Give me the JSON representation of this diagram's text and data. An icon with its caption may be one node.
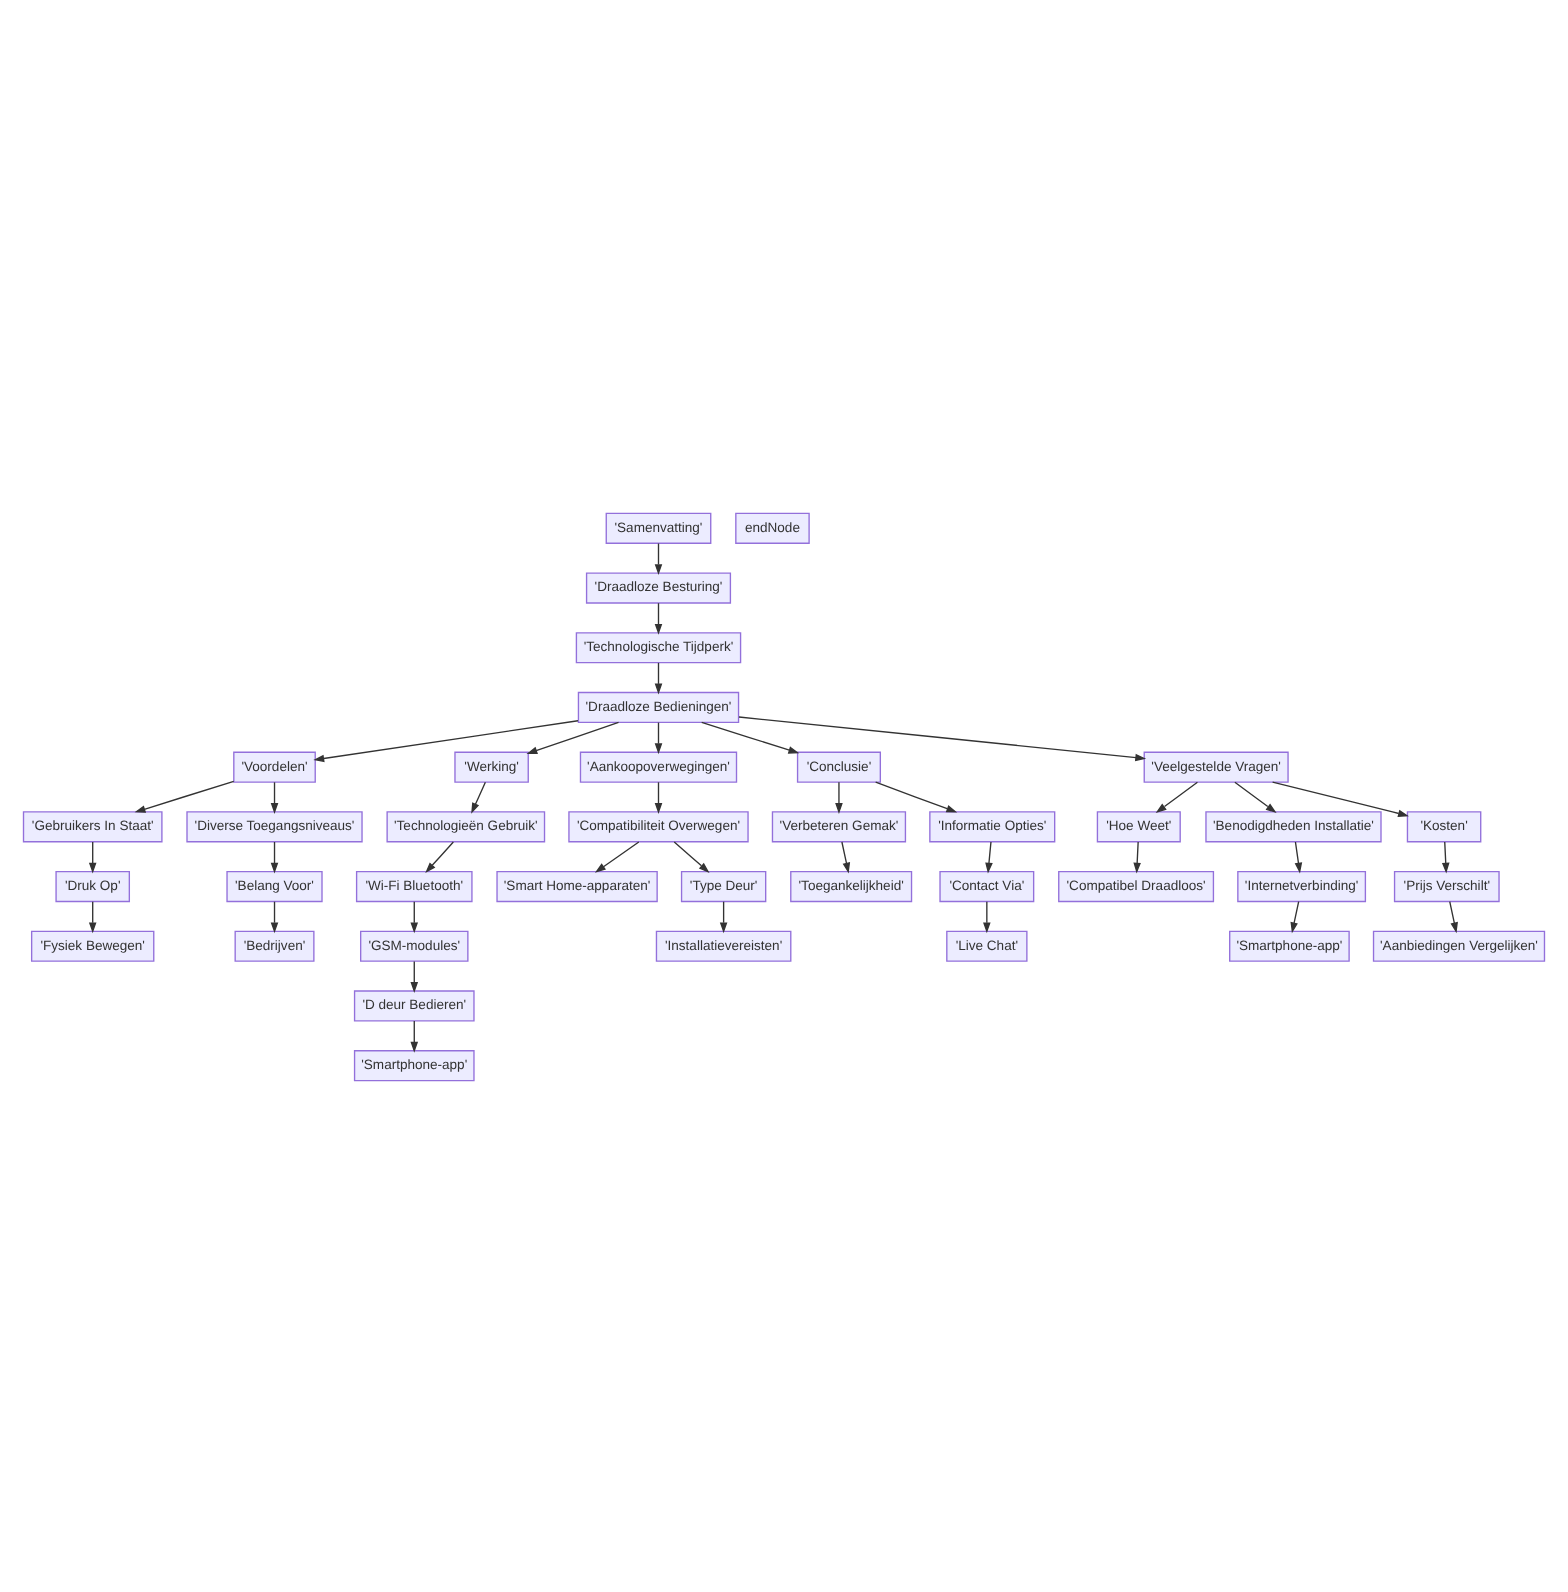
{
  "diagram": {
    "nodes": [
      {
        "text": [
          "'Samenvatting'"
        ]
      },
      {
        "text": [
          "endNode"
        ]
      },
      {
        "text": [
          "'Draadloze Besturing'"
        ]
      },
      {
        "text": [
          "'Technologische Tijdperk'"
        ]
      },
      {
        "text": [
          "'Draadloze Bedieningen'"
        ]
      },
      {
        "text": [
          "'Voordelen'"
        ]
      },
      {
        "text": [
          "'Werking'"
        ]
      },
      {
        "text": [
          "'Aankoopoverwegingen'"
        ]
      },
      {
        "text": [
          "'Conclusie'"
        ]
      },
      {
        "text": [
          "'Veelgestelde Vragen'"
        ]
      },
      {
        "text": [
          "'Gebruikers In Staat'"
        ]
      },
      {
        "text": [
          "'Diverse Toegangsniveaus'"
        ]
      },
      {
        "text": [
          "'Druk Op'"
        ]
      },
      {
        "text": [
          "'Belang Voor'"
        ]
      },
      {
        "text": [
          "'Fysiek Bewegen'"
        ]
      },
      {
        "text": [
          "'Bedrijven'"
        ]
      },
      {
        "text": [
          "'Technologieën Gebruik'"
        ]
      },
      {
        "text": [
          "'Wi-Fi Bluetooth'"
        ]
      },
      {
        "text": [
          "'GSM-modules'"
        ]
      },
      {
        "text": [
          "'D deur Bedieren'"
        ]
      },
      {
        "text": [
          "'Smartphone-app'"
        ]
      },
      {
        "text": [
          "'Compatibiliteit Overwegen'"
        ]
      },
      {
        "text": [
          "'Smart Home-apparaten'"
        ]
      },
      {
        "text": [
          "'Type Deur'"
        ]
      },
      {
        "text": [
          "'Installatievereisten'"
        ]
      },
      {
        "text": [
          "'Verbeteren Gemak'"
        ]
      },
      {
        "text": [
          "'Informatie Opties'"
        ]
      },
      {
        "text": [
          "'Toegankelijkheid'"
        ]
      },
      {
        "text": [
          "'Contact Via'"
        ]
      },
      {
        "text": [
          "'Live Chat'"
        ]
      },
      {
        "text": [
          "'Hoe Weet'"
        ]
      },
      {
        "text": [
          "'Benodigdheden Installatie'"
        ]
      },
      {
        "text": [
          "'Kosten'"
        ]
      },
      {
        "text": [
          "'Compatibel Draadloos'"
        ]
      },
      {
        "text": [
          "'Internetverbinding'"
        ]
      },
      {
        "text": [
          "'Smartphone-app'"
        ]
      },
      {
        "text": [
          "'Prijs Verschilt'"
        ]
      },
      {
        "text": [
          "'Aanbiedingen Vergelijken'"
        ]
      }
    ],
    "edges": [
      {
        "from": 0,
        "to": 2,
        "arrow": "to"
      },
      {
        "from": 2,
        "to": 3,
        "arrow": "to"
      },
      {
        "from": 3,
        "to": 4,
        "arrow": "to"
      },
      {
        "from": 4,
        "to": 5,
        "arrow": "to"
      },
      {
        "from": 4,
        "to": 6,
        "arrow": "to"
      },
      {
        "from": 4,
        "to": 7,
        "arrow": "to"
      },
      {
        "from": 4,
        "to": 8,
        "arrow": "to"
      },
      {
        "from": 4,
        "to": 9,
        "arrow": "to"
      },
      {
        "from": 5,
        "to": 10,
        "arrow": "to"
      },
      {
        "from": 5,
        "to": 11,
        "arrow": "to"
      },
      {
        "from": 10,
        "to": 12,
        "arrow": "to"
      },
      {
        "from": 12,
        "to": 14,
        "arrow": "to"
      },
      {
        "from": 11,
        "to": 13,
        "arrow": "to"
      },
      {
        "from": 13,
        "to": 15,
        "arrow": "to"
      },
      {
        "from": 6,
        "to": 16,
        "arrow": "to"
      },
      {
        "from": 16,
        "to": 17,
        "arrow": "to"
      },
      {
        "from": 17,
        "to": 18,
        "arrow": "to"
      },
      {
        "from": 18,
        "to": 19,
        "arrow": "to"
      },
      {
        "from": 19,
        "to": 20,
        "arrow": "to"
      },
      {
        "from": 7,
        "to": 21,
        "arrow": "to"
      },
      {
        "from": 21,
        "to": 22,
        "arrow": "to"
      },
      {
        "from": 21,
        "to": 23,
        "arrow": "to"
      },
      {
        "from": 23,
        "to": 24,
        "arrow": "to"
      },
      {
        "from": 8,
        "to": 25,
        "arrow": "to"
      },
      {
        "from": 8,
        "to": 26,
        "arrow": "to"
      },
      {
        "from": 25,
        "to": 27,
        "arrow": "to"
      },
      {
        "from": 26,
        "to": 28,
        "arrow": "to"
      },
      {
        "from": 28,
        "to": 29,
        "arrow": "to"
      },
      {
        "from": 9,
        "to": 30,
        "arrow": "to"
      },
      {
        "from": 9,
        "to": 31,
        "arrow": "to"
      },
      {
        "from": 9,
        "to": 32,
        "arrow": "to"
      },
      {
        "from": 30,
        "to": 33,
        "arrow": "to"
      },
      {
        "from": 31,
        "to": 34,
        "arrow": "to"
      },
      {
        "from": 34,
        "to": 35,
        "arrow": "to"
      },
      {
        "from": 32,
        "to": 36,
        "arrow": "to"
      },
      {
        "from": 36,
        "to": 37,
        "arrow": "to"
      }
    ]
  }
}
